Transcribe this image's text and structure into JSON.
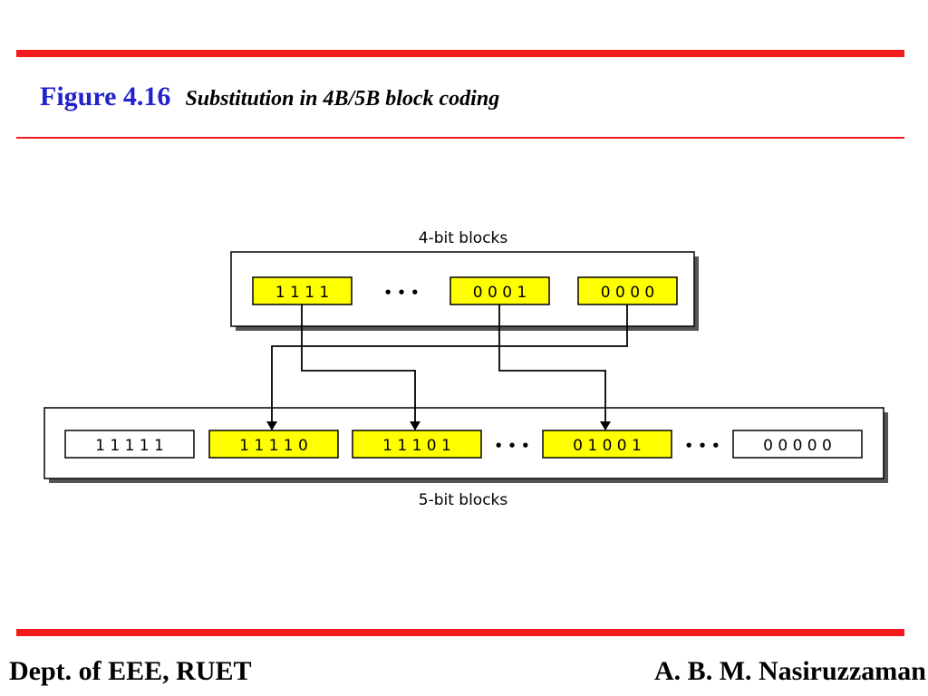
{
  "slide": {
    "figure_number": "Figure 4.16",
    "figure_caption": "Substitution in 4B/5B block coding",
    "footer_left": "Dept. of EEE, RUET",
    "footer_right": "A. B. M. Nasiruzzaman"
  },
  "diagram": {
    "top_label": "4-bit blocks",
    "bottom_label": "5-bit blocks",
    "ellipsis": "• • •",
    "four_bit_blocks": [
      "1 1 1 1",
      "0 0 0 1",
      "0 0 0 0"
    ],
    "five_bit_blocks": [
      "1 1 1 1 1",
      "1 1 1 1 0",
      "1 1 1 0 1",
      "0 1 0 0 1",
      "0 0 0 0 0"
    ],
    "colors": {
      "highlight": "#ffff00",
      "plain": "#ffffff",
      "rule": "#f21a1a",
      "title": "#2222cc"
    }
  }
}
